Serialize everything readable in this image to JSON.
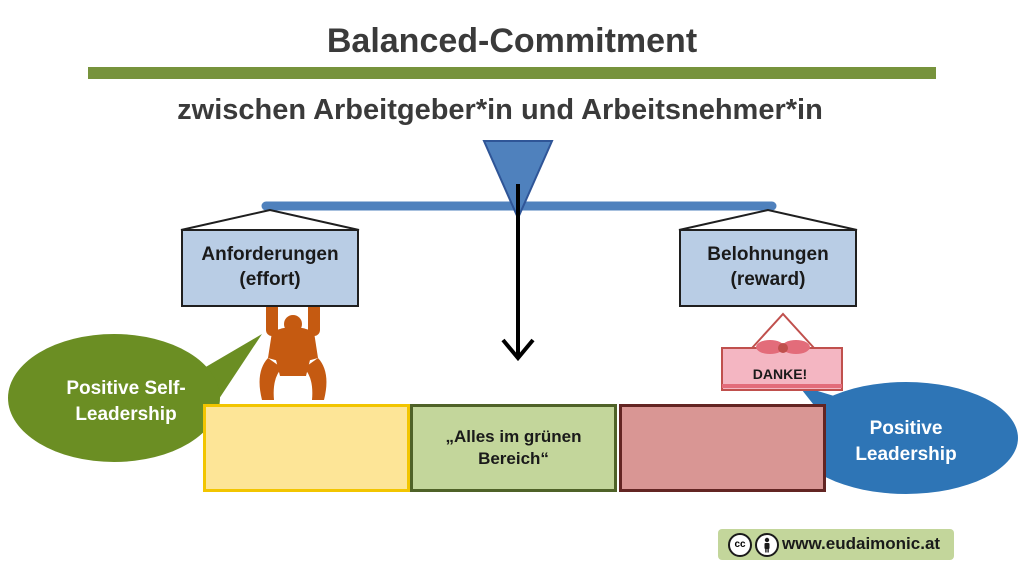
{
  "header": {
    "title": "Balanced-Commitment",
    "subtitle": "zwischen Arbeitgeber*in und Arbeitsnehmer*in"
  },
  "scale": {
    "left_box_line1": "Anforderungen",
    "left_box_line2": "(effort)",
    "right_box_line1": "Belohnungen",
    "right_box_line2": "(reward)"
  },
  "zones": {
    "green_line1": "„Alles im grünen",
    "green_line2": "Bereich“"
  },
  "bubbles": {
    "left_line1": "Positive Self-",
    "left_line2": "Leadership",
    "right_line1": "Positive",
    "right_line2": "Leadership"
  },
  "gift": {
    "label": "DANKE!"
  },
  "footer": {
    "cc": "cc",
    "url": "www.eudaimonic.at"
  },
  "colors": {
    "accent_green": "#77933c",
    "beam_blue": "#4f81bd",
    "box_blue": "#b9cde5",
    "zone_yellow": "#fde597",
    "zone_green": "#c3d69b",
    "zone_red": "#d99694",
    "bubble_green": "#6b8e23",
    "bubble_blue": "#2e75b6",
    "figure_orange": "#c55a11",
    "gift_pink": "#f4b6c2"
  }
}
